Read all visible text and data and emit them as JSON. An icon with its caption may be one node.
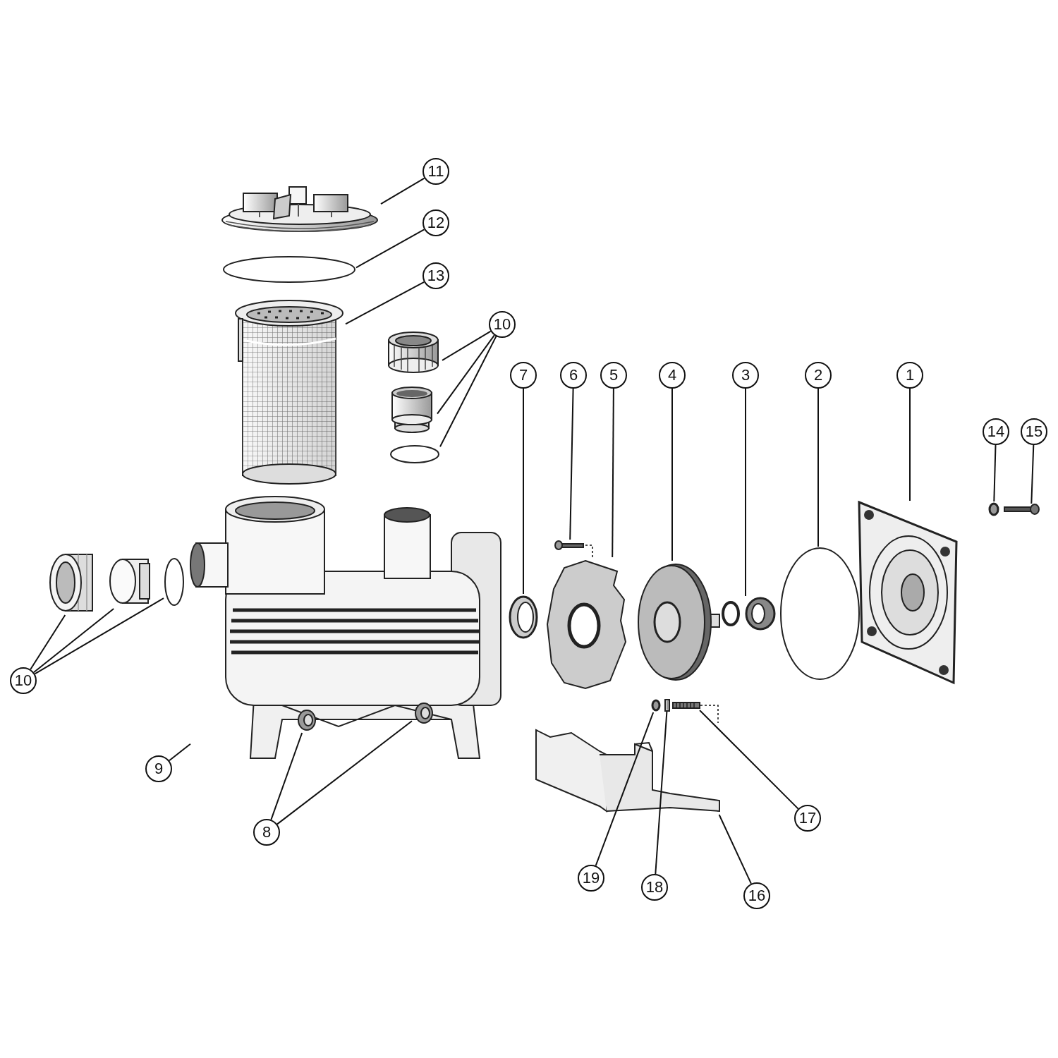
{
  "diagram": {
    "nodes": [
      {
        "text": [
          "11"
        ]
      },
      {
        "text": [],
        "shape": "picture"
      },
      {
        "text": [
          "12"
        ]
      },
      {
        "text": [],
        "shape": "circle"
      },
      {
        "text": [
          "13"
        ]
      },
      {
        "text": [],
        "shape": "picture"
      },
      {
        "text": [
          "10"
        ]
      },
      {
        "text": [],
        "shape": "picture"
      },
      {
        "text": [],
        "shape": "picture"
      },
      {
        "text": [],
        "shape": "circle"
      },
      {
        "text": [
          "7"
        ]
      },
      {
        "text": [
          "6"
        ]
      },
      {
        "text": [
          "5"
        ]
      },
      {
        "text": [
          "4"
        ]
      },
      {
        "text": [
          "3"
        ]
      },
      {
        "text": [
          "2"
        ]
      },
      {
        "text": [
          "1"
        ]
      },
      {
        "text": [
          "14"
        ]
      },
      {
        "text": [
          "15"
        ]
      },
      {
        "text": [],
        "shape": "circle"
      },
      {
        "text": [],
        "shape": "picture"
      },
      {
        "text": [
          "10"
        ]
      },
      {
        "text": [],
        "shape": "picture"
      },
      {
        "text": [],
        "shape": "picture"
      },
      {
        "text": [],
        "shape": "circle"
      },
      {
        "text": [],
        "shape": "picture"
      },
      {
        "text": [],
        "shape": "picture",
        "in": 25
      },
      {
        "text": [],
        "shape": "picture",
        "in": 25
      },
      {
        "text": [],
        "shape": "picture"
      },
      {
        "text": [],
        "shape": "picture"
      },
      {
        "text": [],
        "shape": "picture"
      },
      {
        "text": [],
        "shape": "picture"
      },
      {
        "text": [],
        "shape": "picture"
      },
      {
        "text": [],
        "shape": "circle"
      },
      {
        "text": [],
        "shape": "picture"
      },
      {
        "text": [],
        "shape": "circle"
      },
      {
        "text": [],
        "shape": "picture"
      },
      {
        "text": [],
        "shape": "picture"
      },
      {
        "text": [],
        "shape": "picture"
      },
      {
        "text": [
          "9"
        ]
      },
      {
        "text": [
          "8"
        ]
      },
      {
        "text": [
          "17"
        ]
      },
      {
        "text": [
          "19"
        ]
      },
      {
        "text": [
          "18"
        ]
      },
      {
        "text": [
          "16"
        ]
      }
    ],
    "edges": [
      {
        "from": 0,
        "to": 1,
        "arrow": "none"
      },
      {
        "from": 2,
        "to": 3,
        "arrow": "none"
      },
      {
        "from": 4,
        "to": 5,
        "arrow": "none"
      },
      {
        "from": 6,
        "to": 7,
        "arrow": "none"
      },
      {
        "from": 6,
        "to": 8,
        "arrow": "none"
      },
      {
        "from": 6,
        "to": 9,
        "arrow": "none"
      },
      {
        "from": 10,
        "to": 28,
        "arrow": "none"
      },
      {
        "from": 11,
        "to": 29,
        "arrow": "none"
      },
      {
        "from": 12,
        "to": 30,
        "arrow": "none"
      },
      {
        "from": 13,
        "to": 31,
        "arrow": "none"
      },
      {
        "from": 14,
        "to": 32,
        "arrow": "none"
      },
      {
        "from": 15,
        "to": 33,
        "arrow": "none"
      },
      {
        "from": 16,
        "to": 34,
        "arrow": "none"
      },
      {
        "from": 17,
        "to": 19,
        "arrow": "none"
      },
      {
        "from": 18,
        "to": 20,
        "arrow": "none"
      },
      {
        "from": 21,
        "to": 22,
        "arrow": "none"
      },
      {
        "from": 21,
        "to": 23,
        "arrow": "none"
      },
      {
        "from": 21,
        "to": 24,
        "arrow": "none"
      },
      {
        "from": 39,
        "to": 25,
        "arrow": "none"
      },
      {
        "from": 40,
        "to": 26,
        "arrow": "none"
      },
      {
        "from": 40,
        "to": 27,
        "arrow": "none"
      },
      {
        "from": 41,
        "to": 37,
        "arrow": "none"
      },
      {
        "from": 42,
        "to": 35,
        "arrow": "none"
      },
      {
        "from": 43,
        "to": 36,
        "arrow": "none"
      },
      {
        "from": 44,
        "to": 38,
        "arrow": "none"
      },
      {
        "from": 29,
        "to": 30,
        "arrow": "none",
        "style": "dashed"
      },
      {
        "from": 37,
        "to": 38,
        "arrow": "none",
        "style": "dashed"
      }
    ]
  }
}
